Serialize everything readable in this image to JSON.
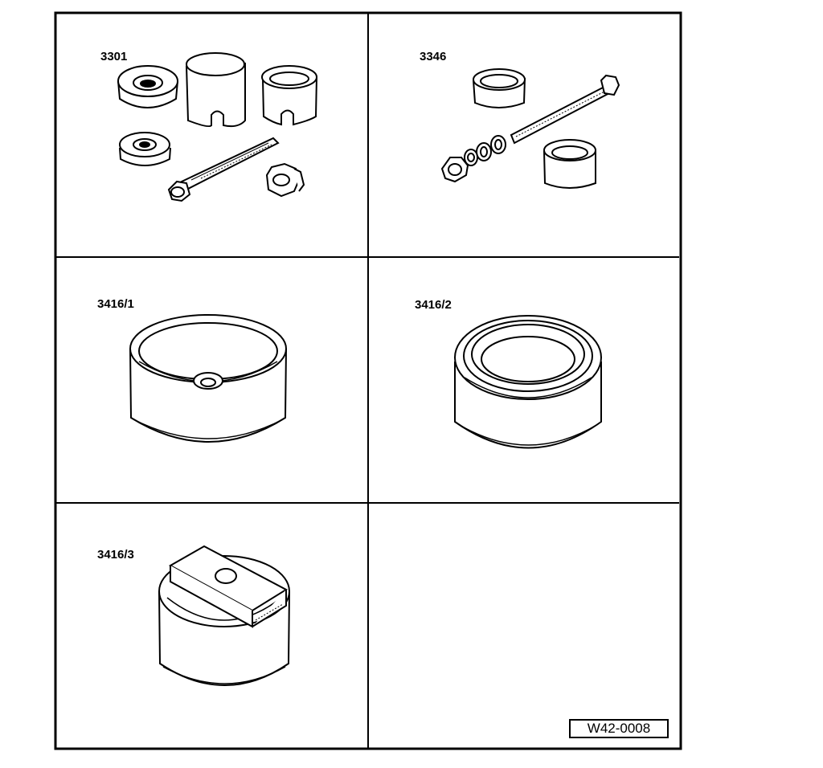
{
  "tools": [
    {
      "label": "3301"
    },
    {
      "label": "3346"
    },
    {
      "label": "3416/1"
    },
    {
      "label": "3416/2"
    },
    {
      "label": "3416/3"
    }
  ],
  "figure_ref": "W42-0008"
}
